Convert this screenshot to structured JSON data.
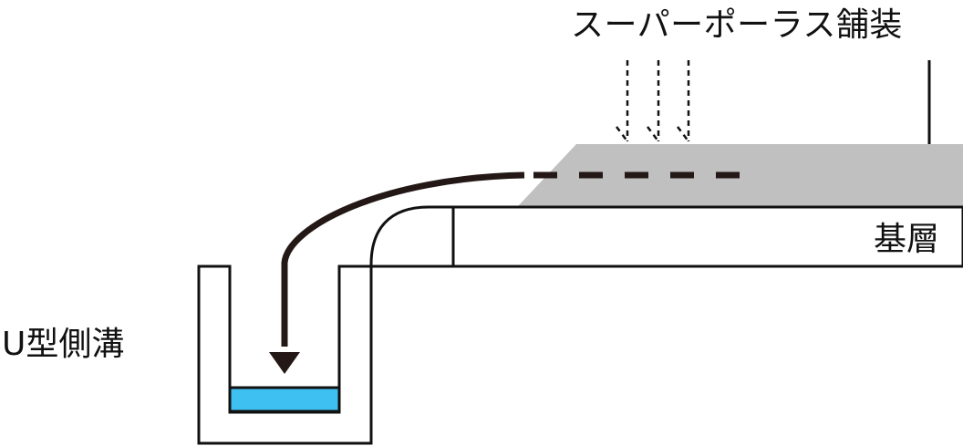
{
  "labels": {
    "porous_pavement": "スーパーポーラス舗装",
    "base_layer": "基層",
    "u_gutter": "U型側溝"
  },
  "colors": {
    "pavement_fill": "#c0c0c0",
    "water_fill": "#3ec0f0",
    "line": "#111111",
    "flow_arrow": "#231815",
    "background": "#ffffff"
  }
}
